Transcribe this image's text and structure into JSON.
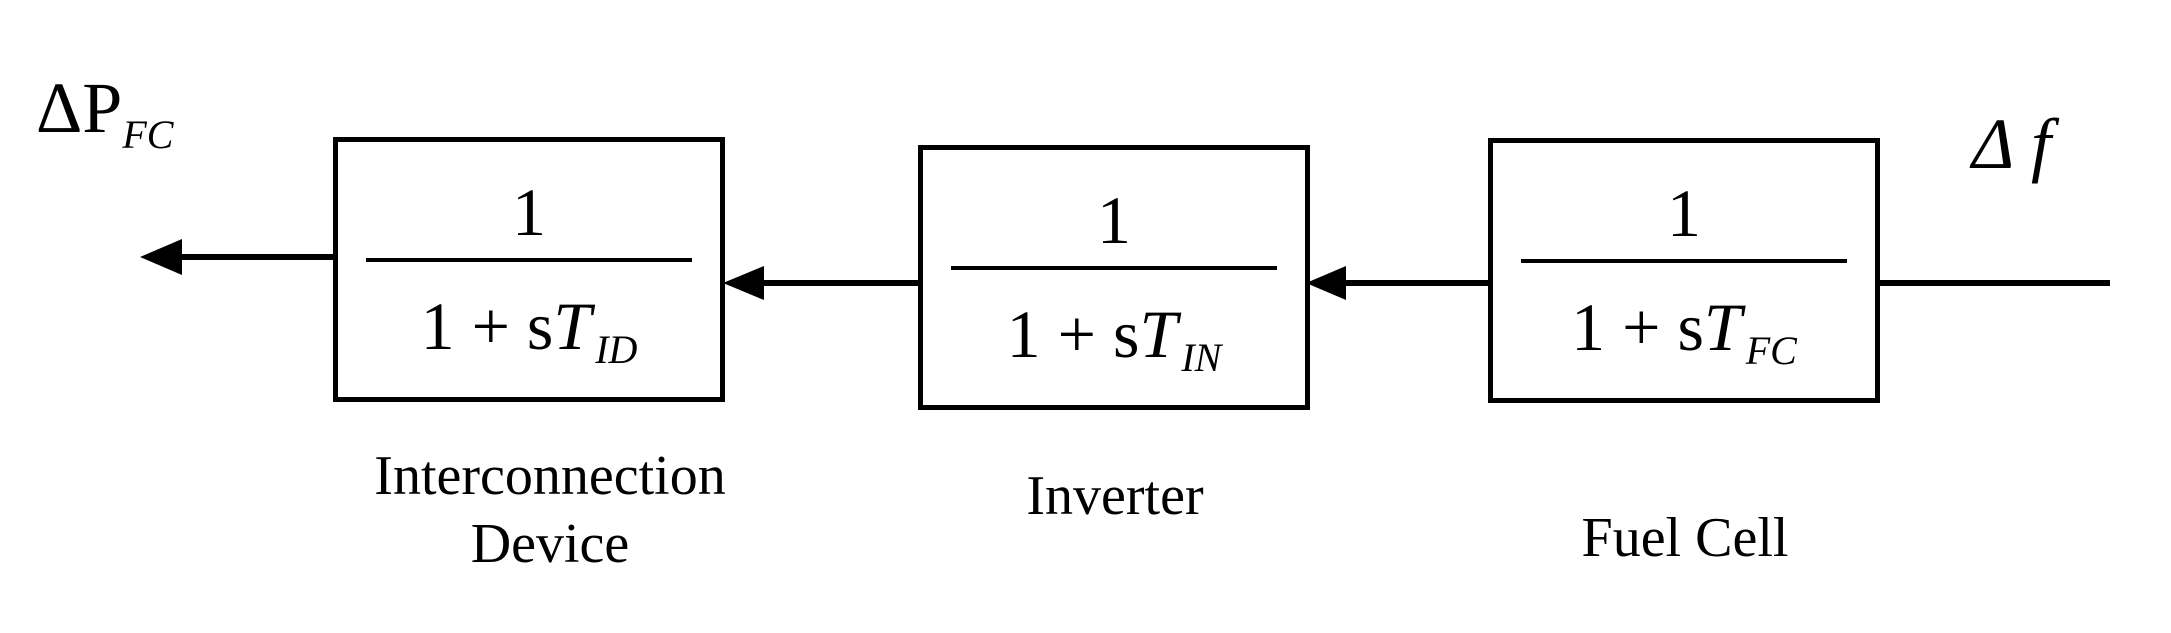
{
  "output_signal": {
    "symbol": "ΔP",
    "subscript": "FC"
  },
  "input_signal": {
    "symbol": "Δ f"
  },
  "blocks": [
    {
      "id": "interconnection",
      "numerator": "1",
      "denominator_prefix": "1 + s",
      "denominator_var": "T",
      "subscript": "ID",
      "label_line1": "Interconnection",
      "label_line2": "Device"
    },
    {
      "id": "inverter",
      "numerator": "1",
      "denominator_prefix": "1 + s",
      "denominator_var": "T",
      "subscript": "IN",
      "label_line1": "Inverter",
      "label_line2": ""
    },
    {
      "id": "fuel_cell",
      "numerator": "1",
      "denominator_prefix": "1 + s",
      "denominator_var": "T",
      "subscript": "FC",
      "label_line1": "Fuel Cell",
      "label_line2": ""
    }
  ]
}
